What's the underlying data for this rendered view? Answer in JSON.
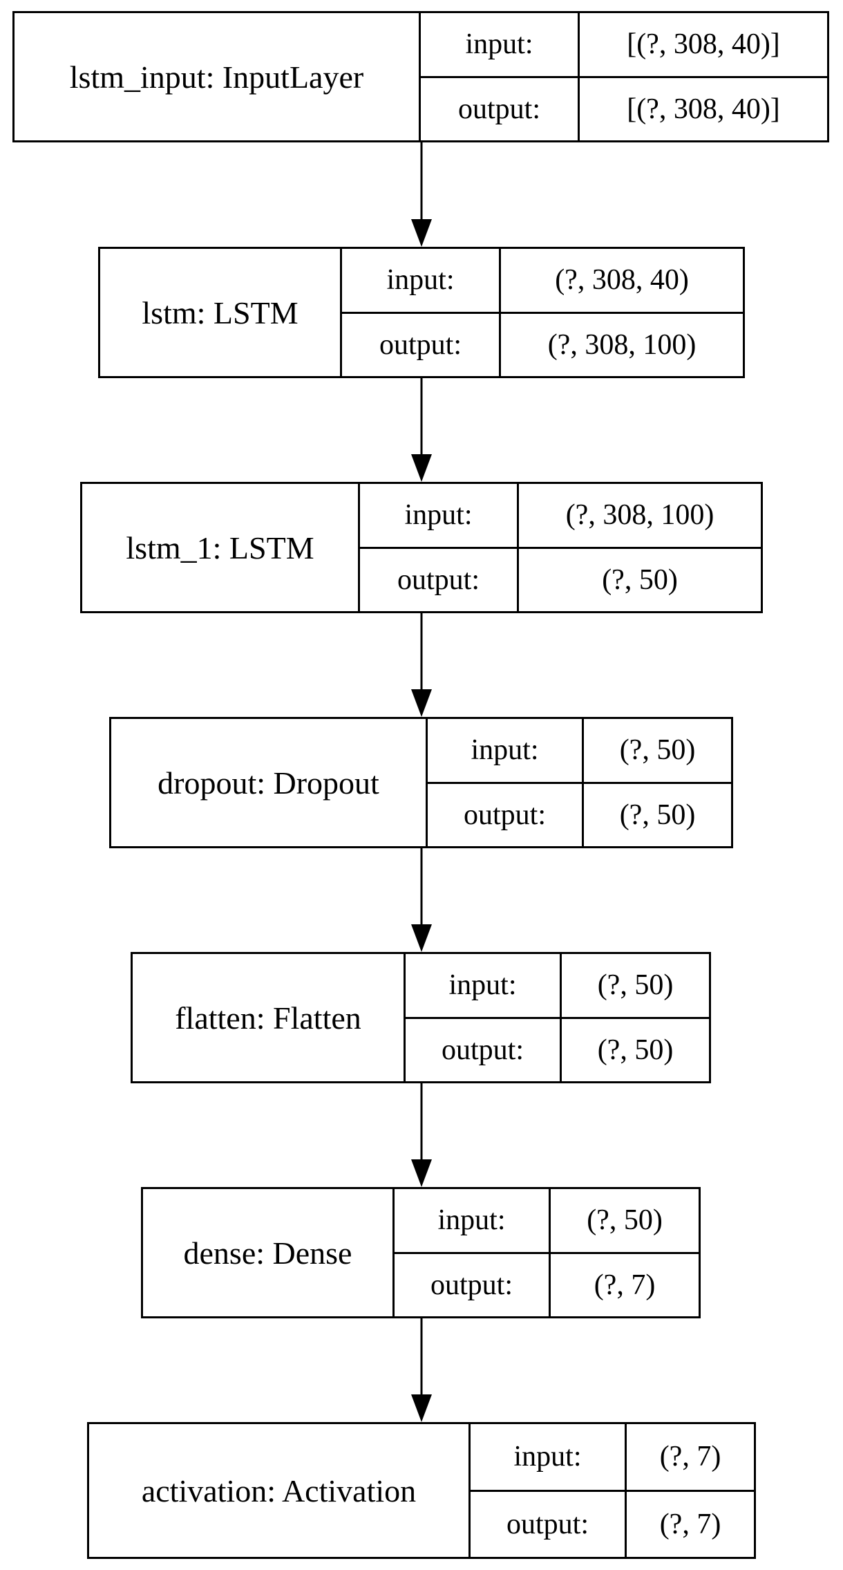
{
  "diagram": {
    "port_labels": {
      "input": "input:",
      "output": "output:"
    },
    "nodes": [
      {
        "name": "lstm_input: InputLayer",
        "input": "[(?, 308, 40)]",
        "output": "[(?, 308, 40)]"
      },
      {
        "name": "lstm: LSTM",
        "input": "(?, 308, 40)",
        "output": "(?, 308, 100)"
      },
      {
        "name": "lstm_1: LSTM",
        "input": "(?, 308, 100)",
        "output": "(?, 50)"
      },
      {
        "name": "dropout: Dropout",
        "input": "(?, 50)",
        "output": "(?, 50)"
      },
      {
        "name": "flatten: Flatten",
        "input": "(?, 50)",
        "output": "(?, 50)"
      },
      {
        "name": "dense: Dense",
        "input": "(?, 50)",
        "output": "(?, 7)"
      },
      {
        "name": "activation: Activation",
        "input": "(?, 7)",
        "output": "(?, 7)"
      }
    ],
    "edges": [
      {
        "from": 0,
        "to": 1
      },
      {
        "from": 1,
        "to": 2
      },
      {
        "from": 2,
        "to": 3
      },
      {
        "from": 3,
        "to": 4
      },
      {
        "from": 4,
        "to": 5
      },
      {
        "from": 5,
        "to": 6
      }
    ]
  }
}
